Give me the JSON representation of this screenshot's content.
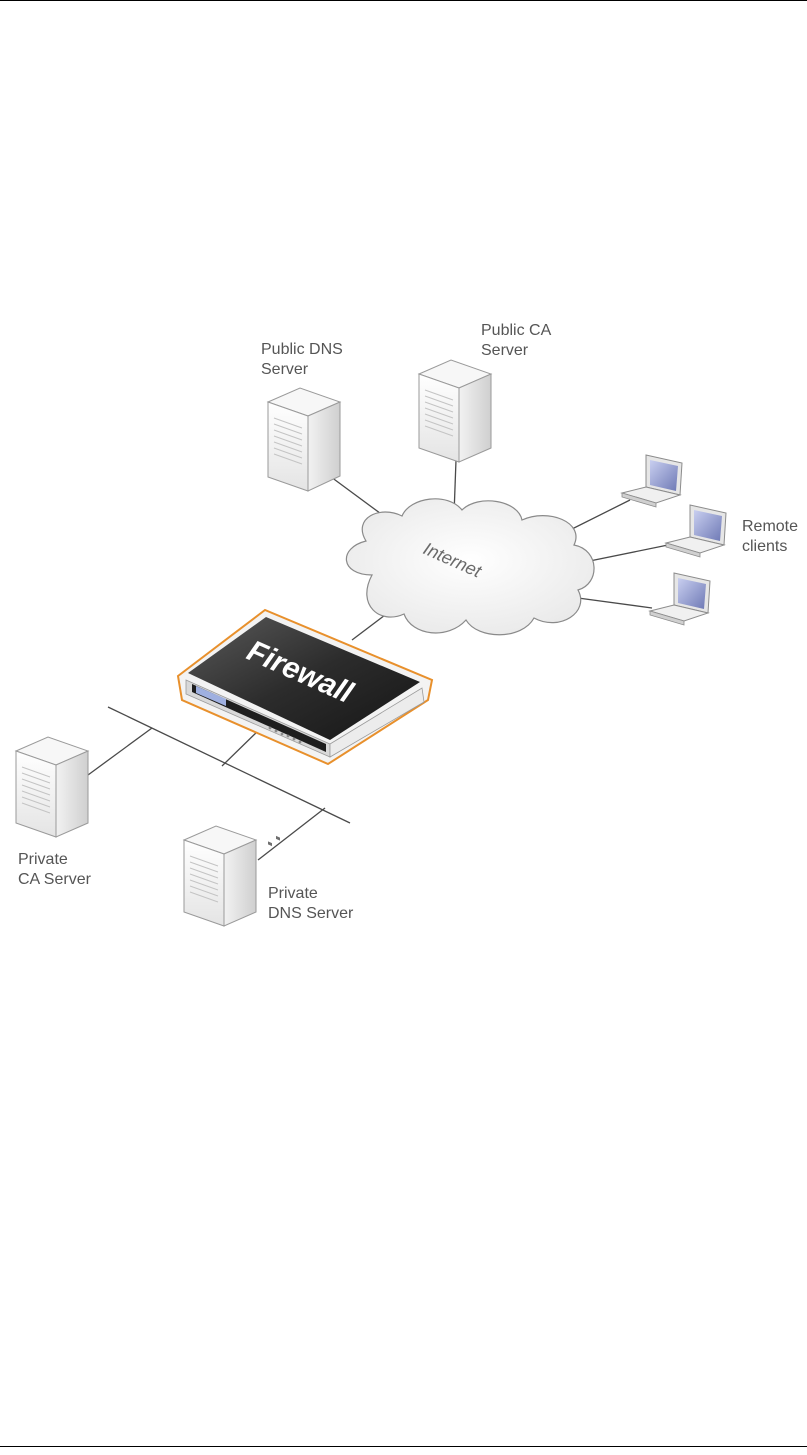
{
  "diagram": {
    "labels": {
      "public_dns": [
        "Public DNS",
        "Server"
      ],
      "public_ca": [
        "Public CA",
        "Server"
      ],
      "remote_clients": [
        "Remote",
        "clients"
      ],
      "internet": "Internet",
      "firewall": "Firewall",
      "private_ca": [
        "Private",
        "CA Server"
      ],
      "private_dns": [
        "Private",
        "DNS Server"
      ]
    },
    "colors": {
      "firewall_outline": "#e8902c",
      "firewall_body": "#2b2b2b",
      "link": "#4a4a4a",
      "cloud_fill": "#f4f4f4",
      "laptop_screen": "#8d97c8"
    }
  }
}
